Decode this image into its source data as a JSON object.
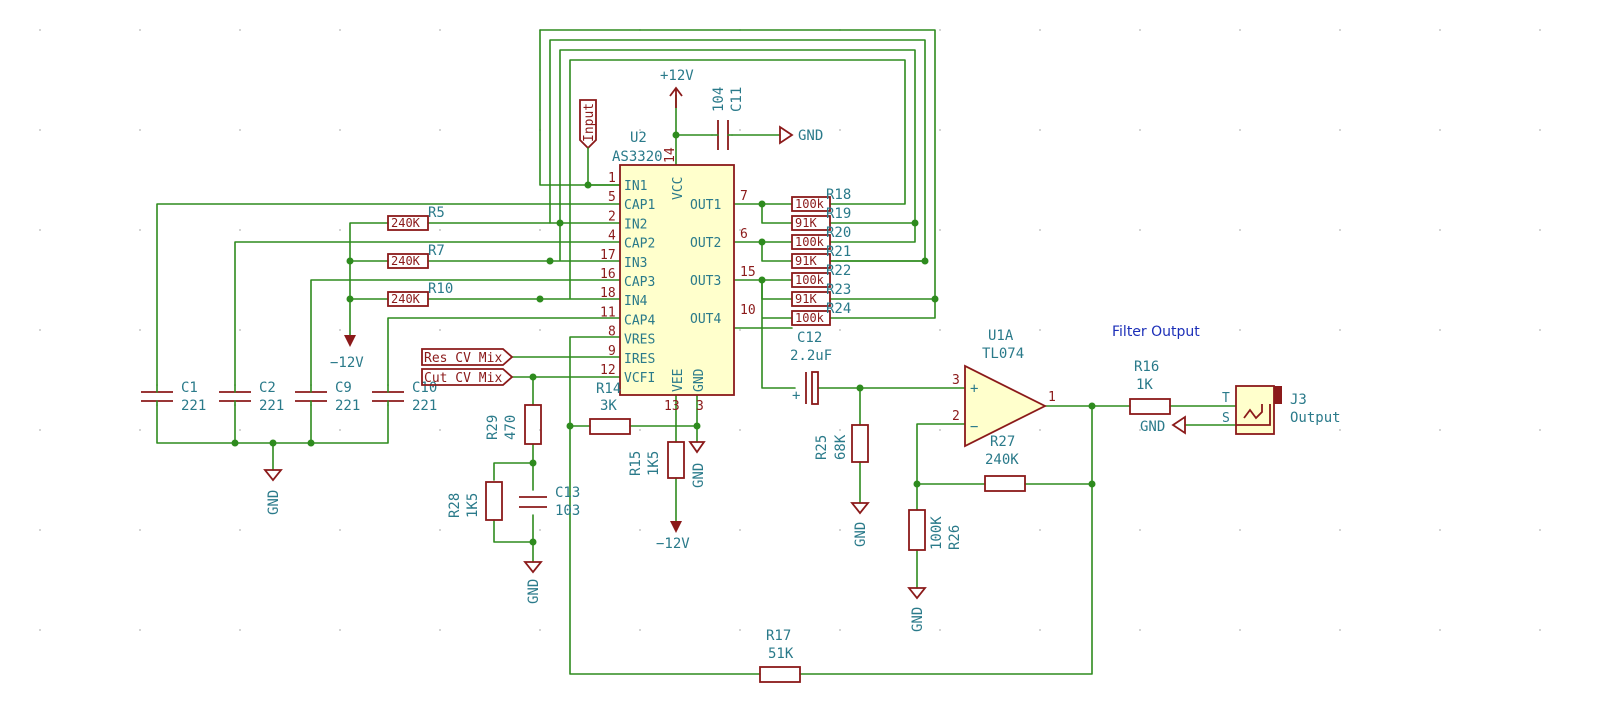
{
  "note": "Filter Output",
  "ic": {
    "ref": "U2",
    "value": "AS3320"
  },
  "ic_pins_left": [
    {
      "num": "1",
      "name": "IN1"
    },
    {
      "num": "5",
      "name": "CAP1"
    },
    {
      "num": "2",
      "name": "IN2"
    },
    {
      "num": "4",
      "name": "CAP2"
    },
    {
      "num": "17",
      "name": "IN3"
    },
    {
      "num": "16",
      "name": "CAP3"
    },
    {
      "num": "18",
      "name": "IN4"
    },
    {
      "num": "11",
      "name": "CAP4"
    },
    {
      "num": "8",
      "name": "VRES"
    },
    {
      "num": "9",
      "name": "IRES"
    },
    {
      "num": "12",
      "name": "VCFI"
    }
  ],
  "ic_pins_right": [
    {
      "num": "7",
      "name": "OUT1"
    },
    {
      "num": "6",
      "name": "OUT2"
    },
    {
      "num": "15",
      "name": "OUT3"
    },
    {
      "num": "10",
      "name": "OUT4"
    }
  ],
  "ic_pins_top": {
    "num": "14",
    "name": "VCC"
  },
  "ic_pins_bottom": [
    {
      "num": "13",
      "name": "VEE"
    },
    {
      "num": "3",
      "name": "GND"
    }
  ],
  "bank_resistors": [
    {
      "ref": "R18",
      "value": "100k"
    },
    {
      "ref": "R19",
      "value": "91K"
    },
    {
      "ref": "R20",
      "value": "100k"
    },
    {
      "ref": "R21",
      "value": "91K"
    },
    {
      "ref": "R22",
      "value": "100k"
    },
    {
      "ref": "R23",
      "value": "91K"
    },
    {
      "ref": "R24",
      "value": "100k"
    }
  ],
  "input_resistors": [
    {
      "ref": "R5",
      "value": "240K"
    },
    {
      "ref": "R7",
      "value": "240K"
    },
    {
      "ref": "R10",
      "value": "240K"
    }
  ],
  "caps": [
    {
      "ref": "C1",
      "value": "221"
    },
    {
      "ref": "C2",
      "value": "221"
    },
    {
      "ref": "C9",
      "value": "221"
    },
    {
      "ref": "C10",
      "value": "221"
    }
  ],
  "c11": {
    "ref": "C11",
    "value": "104"
  },
  "c12": {
    "ref": "C12",
    "value": "2.2uF"
  },
  "c13": {
    "ref": "C13",
    "value": "103"
  },
  "r14": {
    "ref": "R14",
    "value": "3K"
  },
  "r15": {
    "ref": "R15",
    "value": "1K5"
  },
  "r16": {
    "ref": "R16",
    "value": "1K"
  },
  "r17": {
    "ref": "R17",
    "value": "51K"
  },
  "r25": {
    "ref": "R25",
    "value": "68K"
  },
  "r26": {
    "ref": "R26",
    "value": "100K"
  },
  "r27": {
    "ref": "R27",
    "value": "240K"
  },
  "r28": {
    "ref": "R28",
    "value": "1K5"
  },
  "r29": {
    "ref": "R29",
    "value": "470"
  },
  "opamp": {
    "ref": "U1A",
    "value": "TL074",
    "pin_plus": "3",
    "pin_minus": "2",
    "pin_out": "1",
    "plus_sign": "+",
    "minus_sign": "−"
  },
  "jack": {
    "ref": "J3",
    "value": "Output",
    "pin_t": "T",
    "pin_s": "S"
  },
  "labels": {
    "input": "Input",
    "res_cv": "Res_CV_Mix",
    "cut_cv": "Cut_CV_Mix"
  },
  "power": {
    "vcc": "+12V",
    "vee": "−12V",
    "gnd": "GND"
  },
  "polarity_plus": "+"
}
